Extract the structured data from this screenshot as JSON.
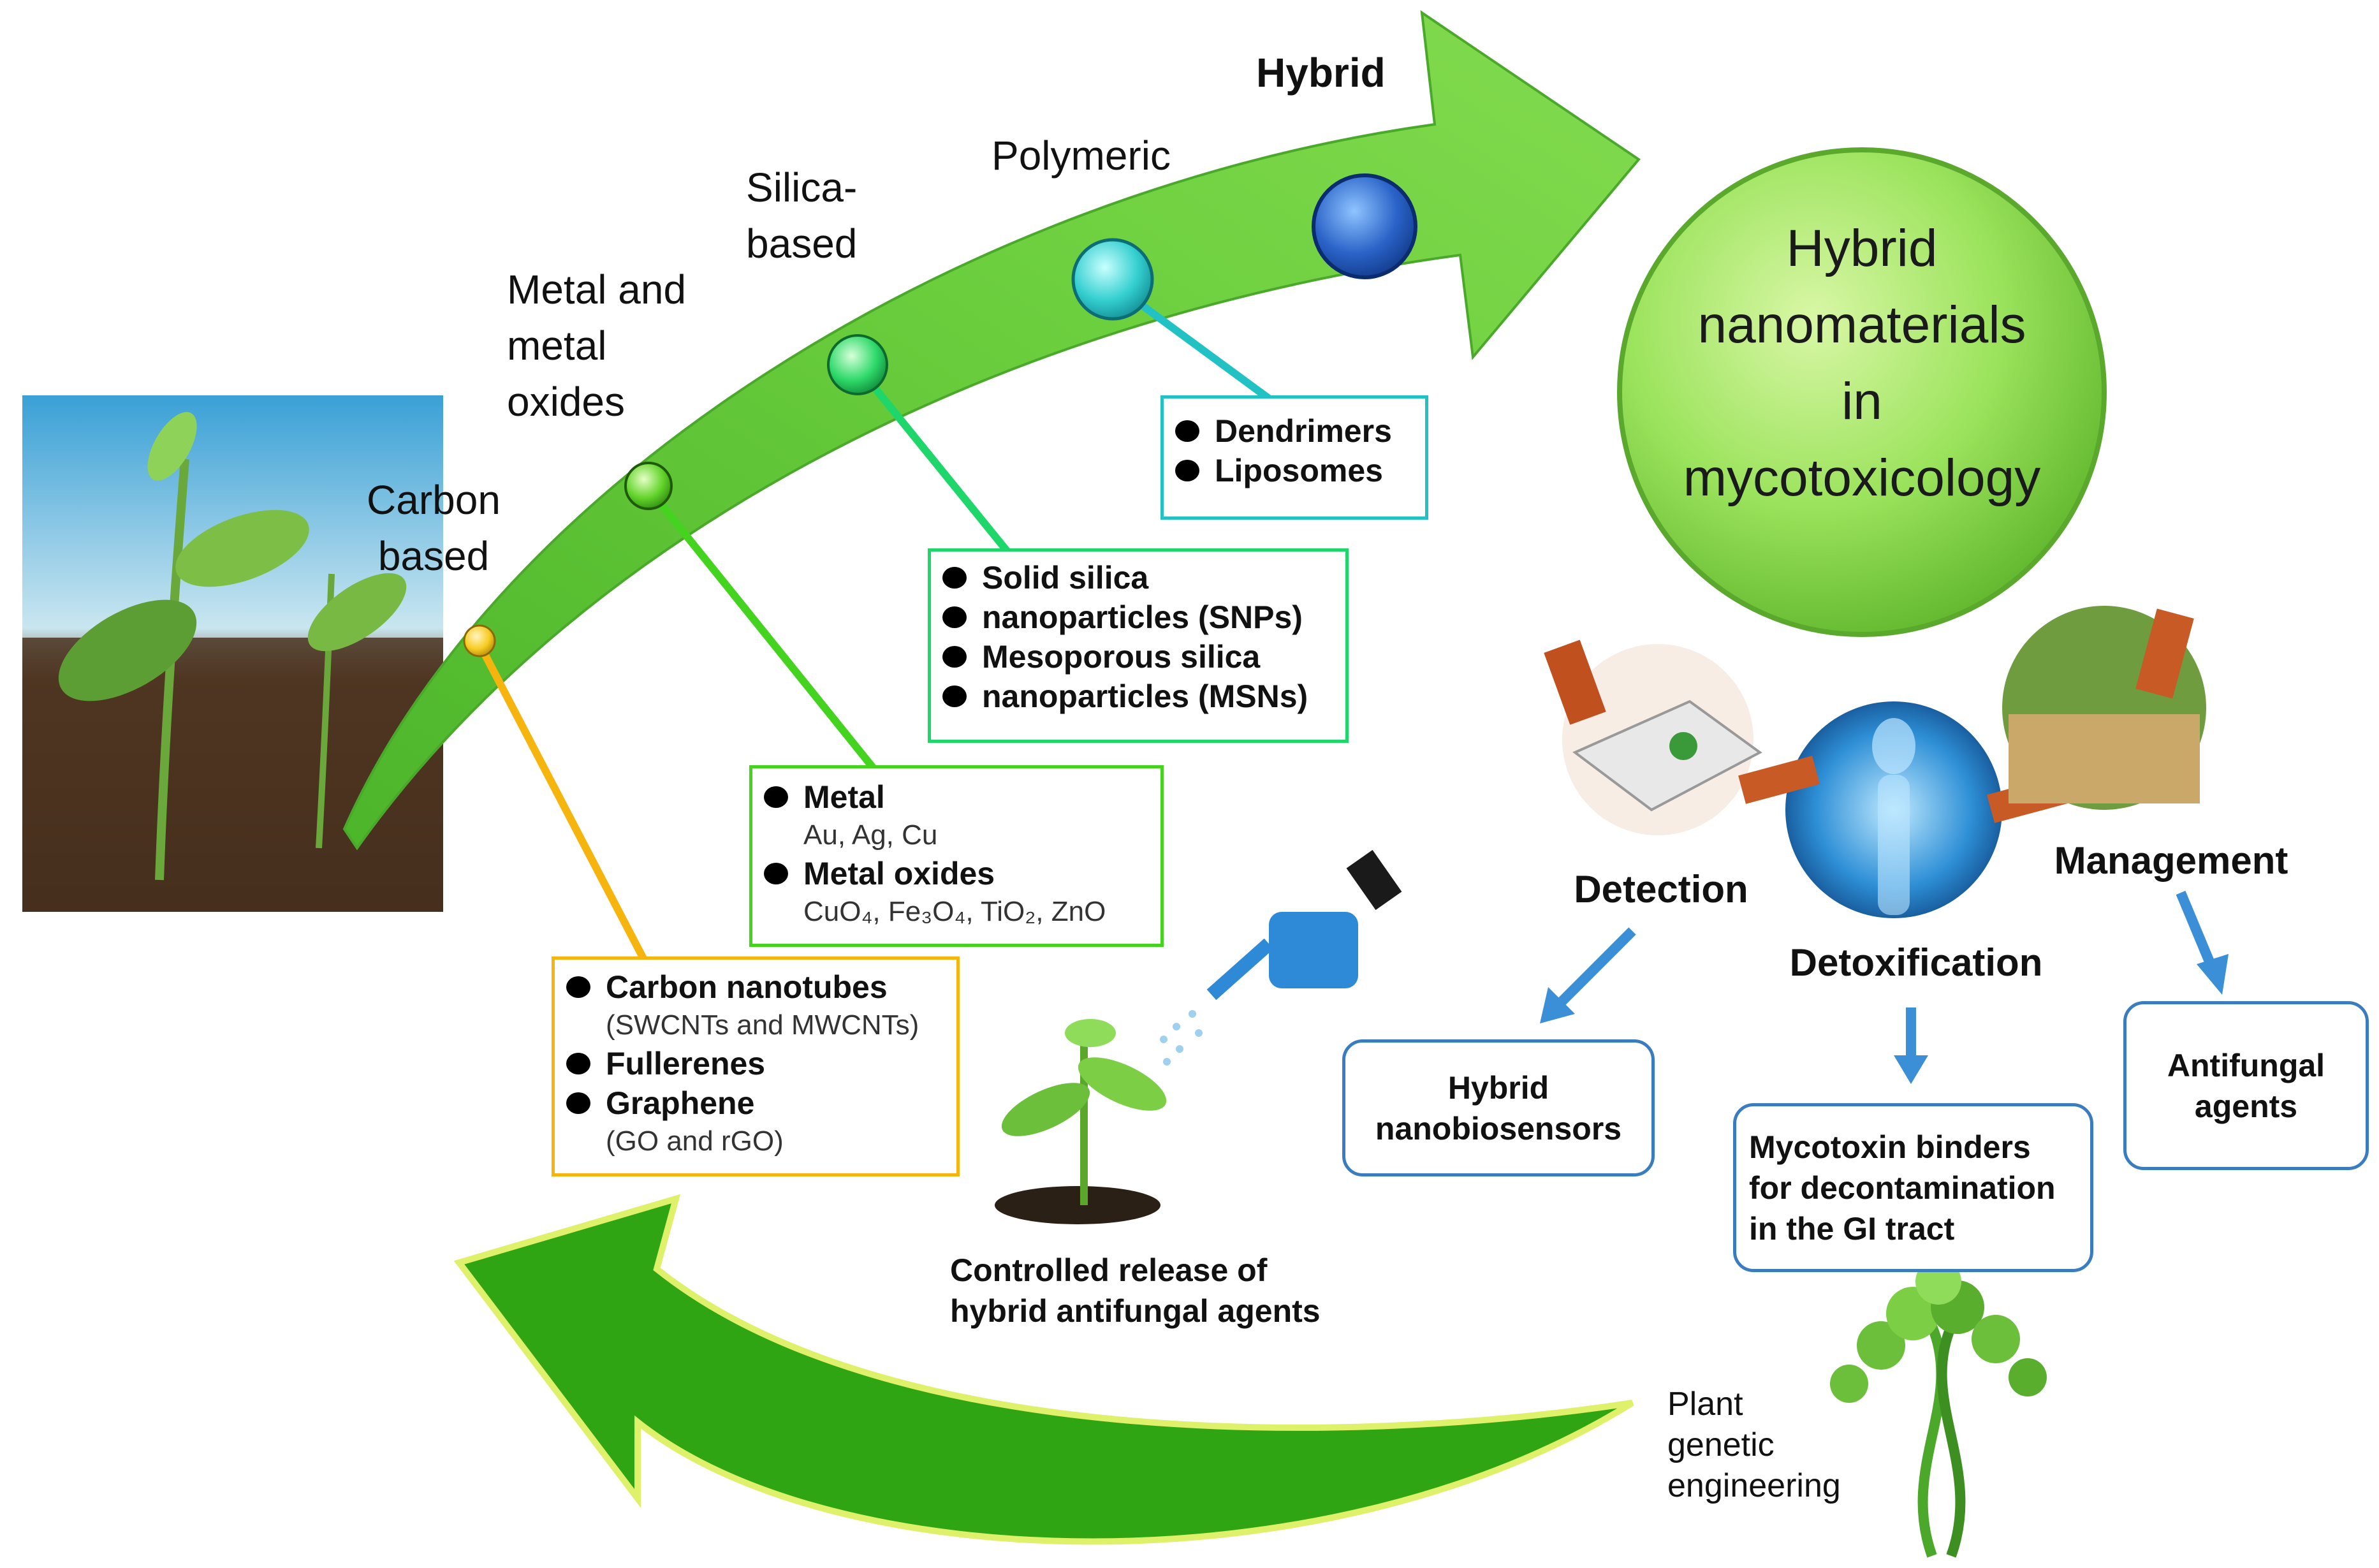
{
  "center_title": [
    "Hybrid",
    "nanomaterials",
    "in",
    "mycotoxicology"
  ],
  "categories": {
    "carbon": [
      "Carbon",
      "based"
    ],
    "metal": [
      "Metal and",
      "metal",
      "oxides"
    ],
    "silica": [
      "Silica-",
      "based"
    ],
    "polymeric": "Polymeric",
    "hybrid": "Hybrid"
  },
  "boxes": {
    "carbon": {
      "items": [
        {
          "label": "Carbon nanotubes",
          "sub": "(SWCNTs and MWCNTs)"
        },
        {
          "label": "Fullerenes",
          "sub": ""
        },
        {
          "label": "Graphene",
          "sub": "(GO and rGO)"
        }
      ]
    },
    "metal": {
      "items": [
        {
          "label": "Metal",
          "sub": "Au, Ag, Cu"
        },
        {
          "label": "Metal oxides",
          "sub": "CuO₄, Fe₃O₄, TiO₂, ZnO"
        }
      ]
    },
    "silica": {
      "items": [
        {
          "label": "Solid silica",
          "sub": "nanoparticles (SNPs)"
        },
        {
          "label": "Mesoporous silica",
          "sub": "nanoparticles (MSNs)"
        }
      ]
    },
    "polymeric": {
      "items": [
        {
          "label": "Dendrimers"
        },
        {
          "label": "Liposomes"
        }
      ]
    }
  },
  "applications": {
    "detection": "Detection",
    "detoxification": "Detoxification",
    "management": "Management"
  },
  "outcomes": {
    "biosensors": [
      "Hybrid",
      "nanobiosensors"
    ],
    "binders": [
      "Mycotoxin binders",
      "for decontamination",
      "in the GI tract"
    ],
    "antifungal": [
      "Antifungal",
      "agents"
    ]
  },
  "labels": {
    "controlled_release": [
      "Controlled release of",
      "hybrid antifungal agents"
    ],
    "plant_genetic": [
      "Plant",
      "genetic",
      "engineering"
    ]
  },
  "colors": {
    "arrow_green": "#5cc236",
    "arrow_green_light": "#9be36a",
    "carbon_yellow": "#f6b50e",
    "metal_green": "#44d31f",
    "silica_green": "#1fd66a",
    "polymer_teal": "#22c2c4",
    "hybrid_blue": "#1e5fc9",
    "outcome_blue": "#3a7cc0"
  }
}
